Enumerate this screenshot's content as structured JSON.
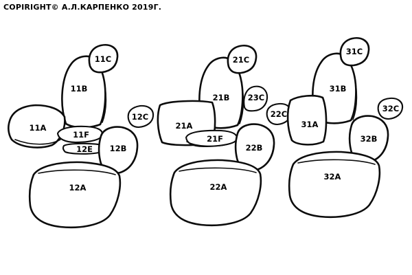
{
  "copyright": "COPIRIGHT©  А.Л.КАРПЕНКО 2019Г.",
  "labels": {
    "11A": "11A",
    "11B": "11B",
    "11C": "11C",
    "11F": "11F",
    "12A": "12A",
    "12B": "12B",
    "12C": "12C",
    "12E": "12E",
    "21A": "21A",
    "21B": "21B",
    "21C": "21C",
    "21F": "21F",
    "22A": "22A",
    "22B": "22B",
    "22C": "22C",
    "23C": "23C",
    "31A": "31A",
    "31B": "31B",
    "31C": "31C",
    "32A": "32A",
    "32B": "32B",
    "32C": "32C"
  }
}
